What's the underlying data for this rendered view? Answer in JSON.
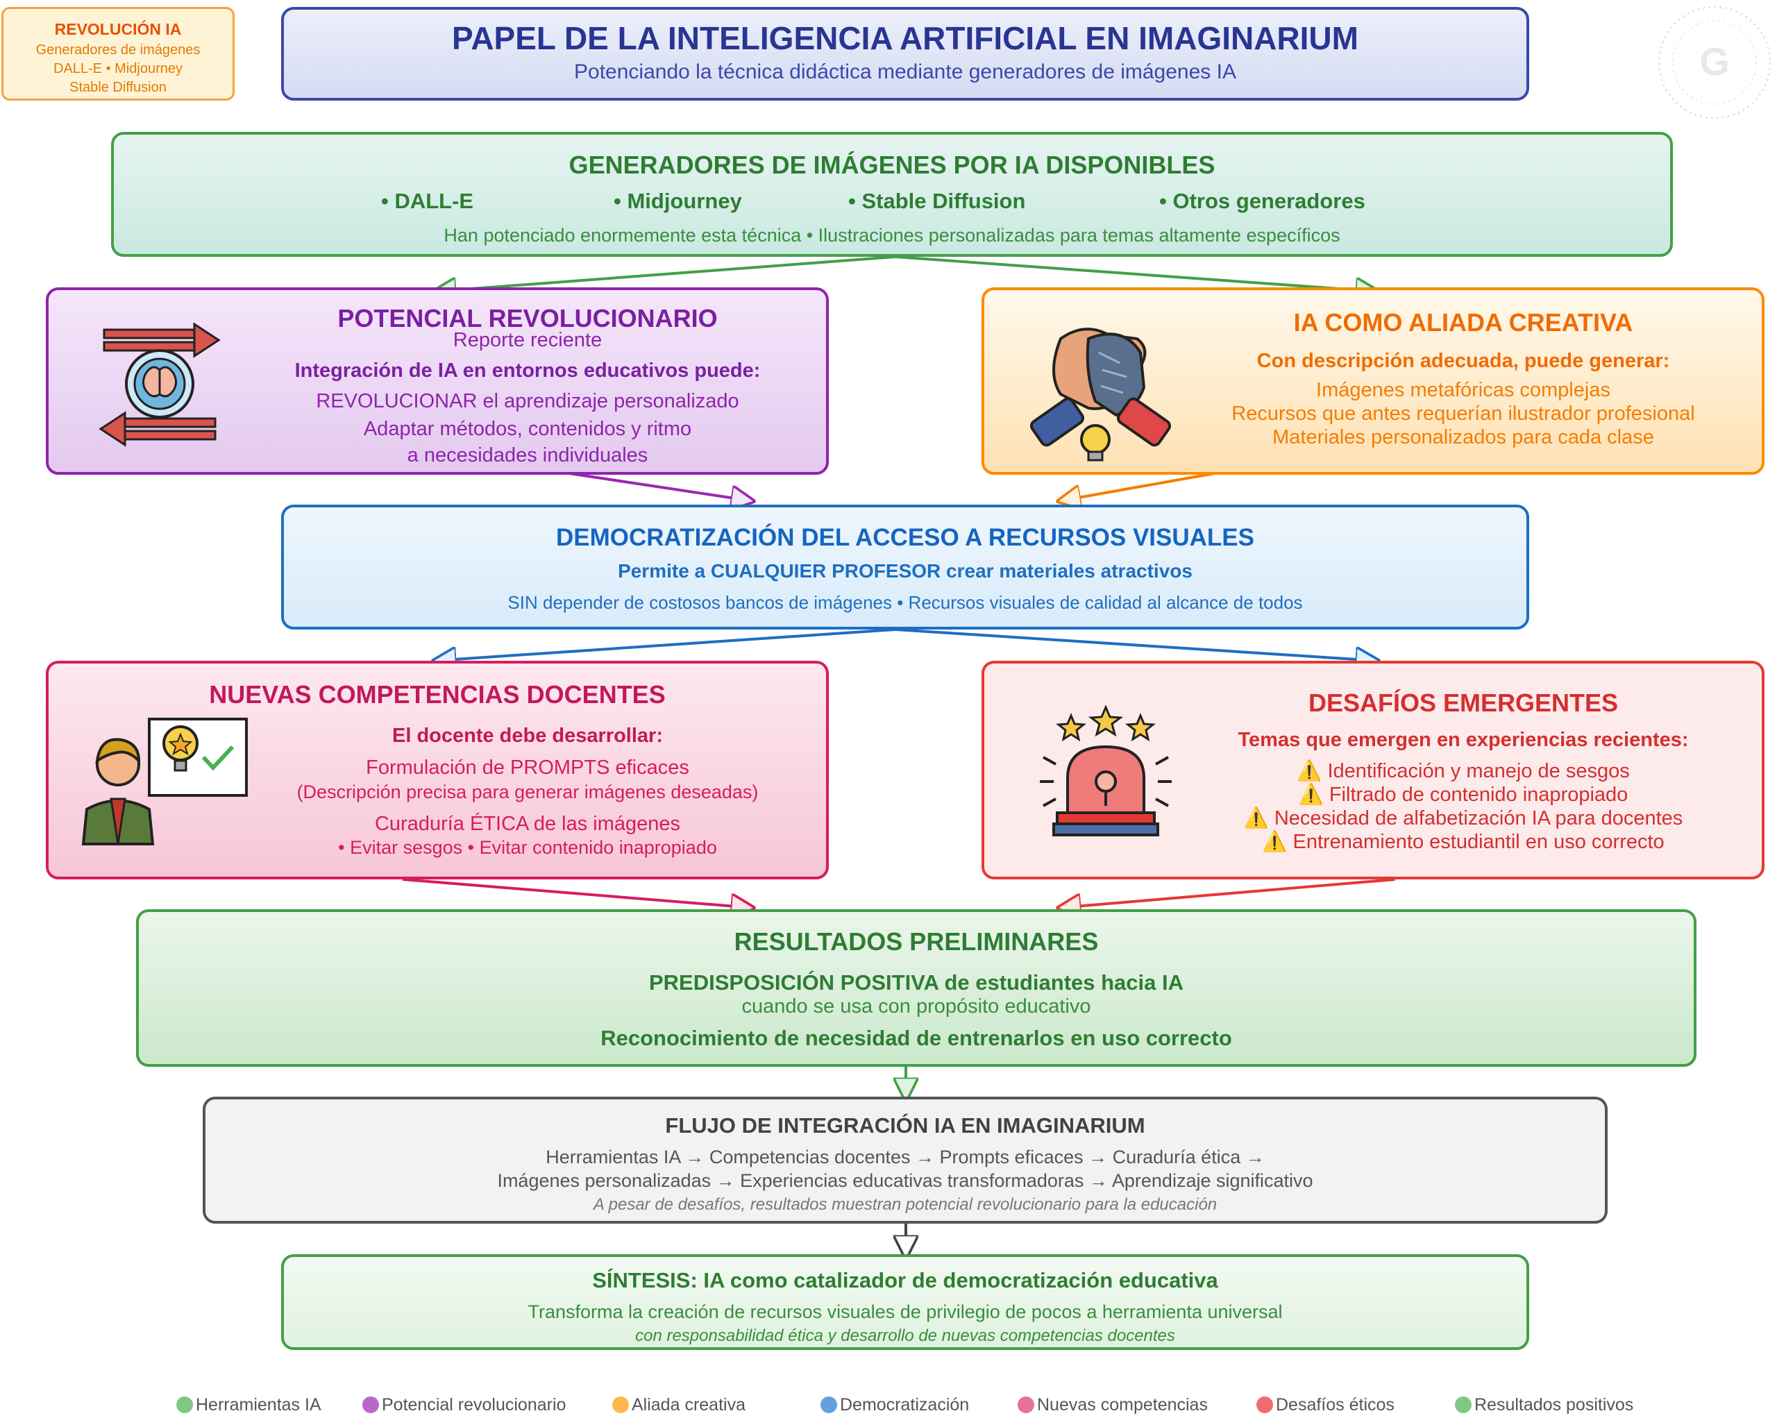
{
  "badge": {
    "title": "REVOLUCIÓN IA",
    "line1": "Generadores de imágenes",
    "line2": "DALL-E • Midjourney",
    "line3": "Stable Diffusion"
  },
  "header": {
    "title": "PAPEL DE LA INTELIGENCIA ARTIFICIAL EN IMAGINARIUM",
    "subtitle": "Potenciando la técnica didáctica mediante generadores de imágenes IA"
  },
  "generators": {
    "title": "GENERADORES DE IMÁGENES POR IA DISPONIBLES",
    "items": [
      "• DALL-E",
      "• Midjourney",
      "• Stable Diffusion",
      "• Otros generadores"
    ],
    "note": "Han potenciado enormemente esta técnica • Ilustraciones personalizadas para temas altamente específicos"
  },
  "potential": {
    "title": "POTENCIAL REVOLUCIONARIO",
    "sub": "Reporte reciente",
    "bold": "Integración de IA en entornos educativos puede:",
    "line1": "REVOLUCIONAR el aprendizaje personalizado",
    "line2": "Adaptar métodos, contenidos y ritmo",
    "line3": "a necesidades individuales"
  },
  "ally": {
    "title": "IA COMO ALIADA CREATIVA",
    "bold": "Con descripción adecuada, puede generar:",
    "line1": "Imágenes metafóricas complejas",
    "line2": "Recursos que antes requerían ilustrador profesional",
    "line3": "Materiales personalizados para cada clase"
  },
  "democratization": {
    "title": "DEMOCRATIZACIÓN DEL ACCESO A RECURSOS VISUALES",
    "bold": "Permite a CUALQUIER PROFESOR crear materiales atractivos",
    "line1": "SIN depender de costosos bancos de imágenes • Recursos visuales de calidad al alcance de todos"
  },
  "competencies": {
    "title": "NUEVAS COMPETENCIAS DOCENTES",
    "bold": "El docente debe desarrollar:",
    "line1": "Formulación de PROMPTS eficaces",
    "line2": "(Descripción precisa para generar imágenes deseadas)",
    "line3": "Curaduría ÉTICA de las imágenes",
    "line4": "• Evitar sesgos • Evitar contenido inapropiado"
  },
  "challenges": {
    "title": "DESAFÍOS EMERGENTES",
    "bold": "Temas que emergen en experiencias recientes:",
    "items": [
      "⚠️ Identificación y manejo de sesgos",
      "⚠️ Filtrado de contenido inapropiado",
      "⚠️ Necesidad de alfabetización IA para docentes",
      "⚠️ Entrenamiento estudiantil en uso correcto"
    ]
  },
  "results": {
    "title": "RESULTADOS PRELIMINARES",
    "bold1": "PREDISPOSICIÓN POSITIVA de estudiantes hacia IA",
    "line1": "cuando se usa con propósito educativo",
    "bold2": "Reconocimiento de necesidad de entrenarlos en uso correcto"
  },
  "flow": {
    "title": "FLUJO DE INTEGRACIÓN IA EN IMAGINARIUM",
    "line1": "Herramientas IA → Competencias docentes → Prompts eficaces → Curaduría ética →",
    "line2": "Imágenes personalizadas → Experiencias educativas transformadoras → Aprendizaje significativo",
    "note": "A pesar de desafíos, resultados muestran potencial revolucionario para la educación"
  },
  "synthesis": {
    "title": "SÍNTESIS: IA como catalizador de democratización educativa",
    "line1": "Transforma la creación de recursos visuales de privilegio de pocos a herramienta universal",
    "note": "con responsabilidad ética y desarrollo de nuevas competencias docentes"
  },
  "legend": [
    {
      "label": "Herramientas IA",
      "color": "#81c784"
    },
    {
      "label": "Potencial revolucionario",
      "color": "#ba68c8"
    },
    {
      "label": "Aliada creativa",
      "color": "#ffb74d"
    },
    {
      "label": "Democratización",
      "color": "#64a0dc"
    },
    {
      "label": "Nuevas competencias",
      "color": "#e57398"
    },
    {
      "label": "Desafíos éticos",
      "color": "#ef6c6c"
    },
    {
      "label": "Resultados positivos",
      "color": "#81c784"
    }
  ]
}
